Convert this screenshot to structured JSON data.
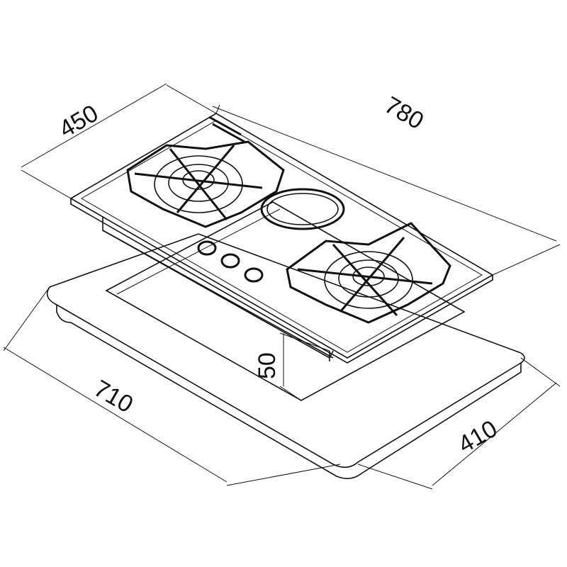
{
  "title": "Gas-induction hob installation dimensions",
  "dimensions": {
    "depth": "450",
    "width": "780",
    "cutout_width": "710",
    "cutout_depth": "410",
    "height": "50"
  },
  "colors": {
    "line": "#111111",
    "background": "#ffffff"
  }
}
